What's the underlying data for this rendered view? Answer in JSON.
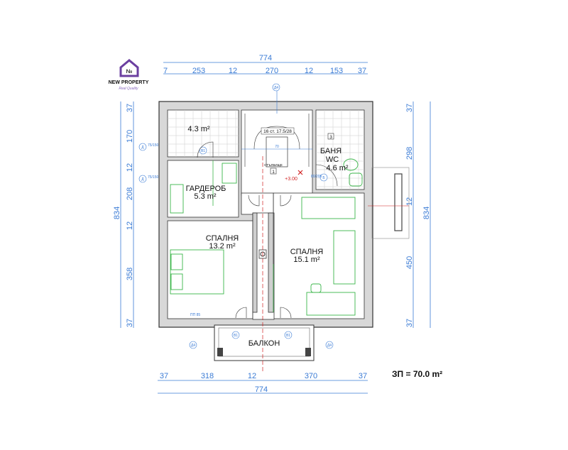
{
  "logo": {
    "monogram": "№",
    "name": "NEW PROPERTY",
    "tagline": "Real Quality",
    "color": "#6b3fa0"
  },
  "dimensions": {
    "top_total": "774",
    "top_segments": [
      "7",
      "253",
      "12",
      "270",
      "12",
      "153",
      "37"
    ],
    "bottom_total": "774",
    "bottom_segments": [
      "37",
      "318",
      "12",
      "370",
      "37"
    ],
    "left_total": "834",
    "left_segments": [
      "37",
      "170",
      "12",
      "208",
      "12",
      "358",
      "37"
    ],
    "right_total": "834",
    "right_segments": [
      "37",
      "298",
      "12",
      "450",
      "37"
    ]
  },
  "rooms": {
    "closet_area": "4.3 m²",
    "wardrobe_name": "ГАРДЕРОБ",
    "wardrobe_area": "5.3 m²",
    "bedroom1_name": "СПАЛНЯ",
    "bedroom1_area": "13.2 m²",
    "bedroom2_name": "СПАЛНЯ",
    "bedroom2_area": "15.1 m²",
    "bath_name": "БАНЯ",
    "bath_sub": "WC",
    "bath_area": "4.6 m²",
    "balcony_name": "БАЛКОН"
  },
  "annotations": {
    "stair_label": "16 ст. 17.5/28",
    "stair_caption": "СТЪЛБИЩЕ",
    "stair_tag": "1",
    "bath_tag": "3",
    "level": "+3.00",
    "window_tag": "Д4",
    "door_tag": "В1",
    "door_tag_b": "Б",
    "window_tag_left": "Д",
    "window_size": "75/150",
    "sill": "ПП 85",
    "stair_width": "70",
    "door_size": "80/205"
  },
  "summary": {
    "built_area": "ЗП = 70.0 m²"
  },
  "colors": {
    "dimension": "#3a7bd5",
    "furniture": "#3bb54a",
    "level": "#d02020",
    "axis": "#d02020"
  }
}
